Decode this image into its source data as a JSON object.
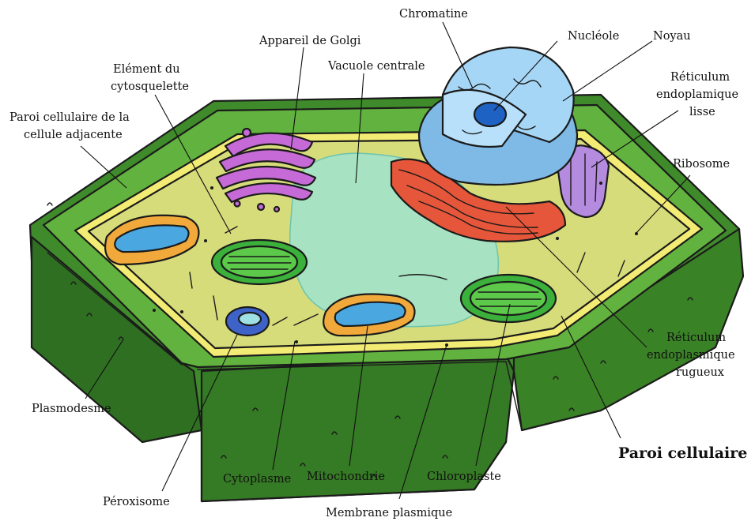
{
  "labels": {
    "chromatine": "Chromatine",
    "nucleole": "Nucléole",
    "noyau": "Noyau",
    "golgi": "Appareil de Golgi",
    "vacuole": "Vacuole centrale",
    "cytosquelette_1": "Elément du",
    "cytosquelette_2": "cytosquelette",
    "paroi_adj_1": "Paroi cellulaire de la",
    "paroi_adj_2": "cellule adjacente",
    "rel_1": "Réticulum",
    "rel_2": "endoplamique",
    "rel_3": "lisse",
    "ribosome": "Ribosome",
    "rer_1": "Réticulum",
    "rer_2": "endoplasmique",
    "rer_3": "rugueux",
    "paroi": "Paroi cellulaire",
    "plasmodesme": "Plasmodesme",
    "cytoplasme": "Cytoplasme",
    "mitochondrie": "Mitochondrie",
    "chloroplaste": "Chloroplaste",
    "peroxisome": "Péroxisome",
    "membrane": "Membrane plasmique"
  },
  "colors": {
    "wall_dark": "#2e6b1e",
    "wall": "#3f8a2a",
    "wall_light": "#5fae3c",
    "membrane": "#f3ec74",
    "cytoplasm": "#d6dc7a",
    "vacuole": "#9fe3cf",
    "nucleus": "#8fc6ee",
    "nucleolus": "#1e63c4",
    "golgi": "#c66ad8",
    "smooth_er": "#b58be0",
    "rough_er": "#e5563a",
    "mito_outer": "#f0a93a",
    "mito_inner": "#4aa7e0",
    "chloroplast": "#3bb03a",
    "peroxisome": "#3e63c8"
  }
}
